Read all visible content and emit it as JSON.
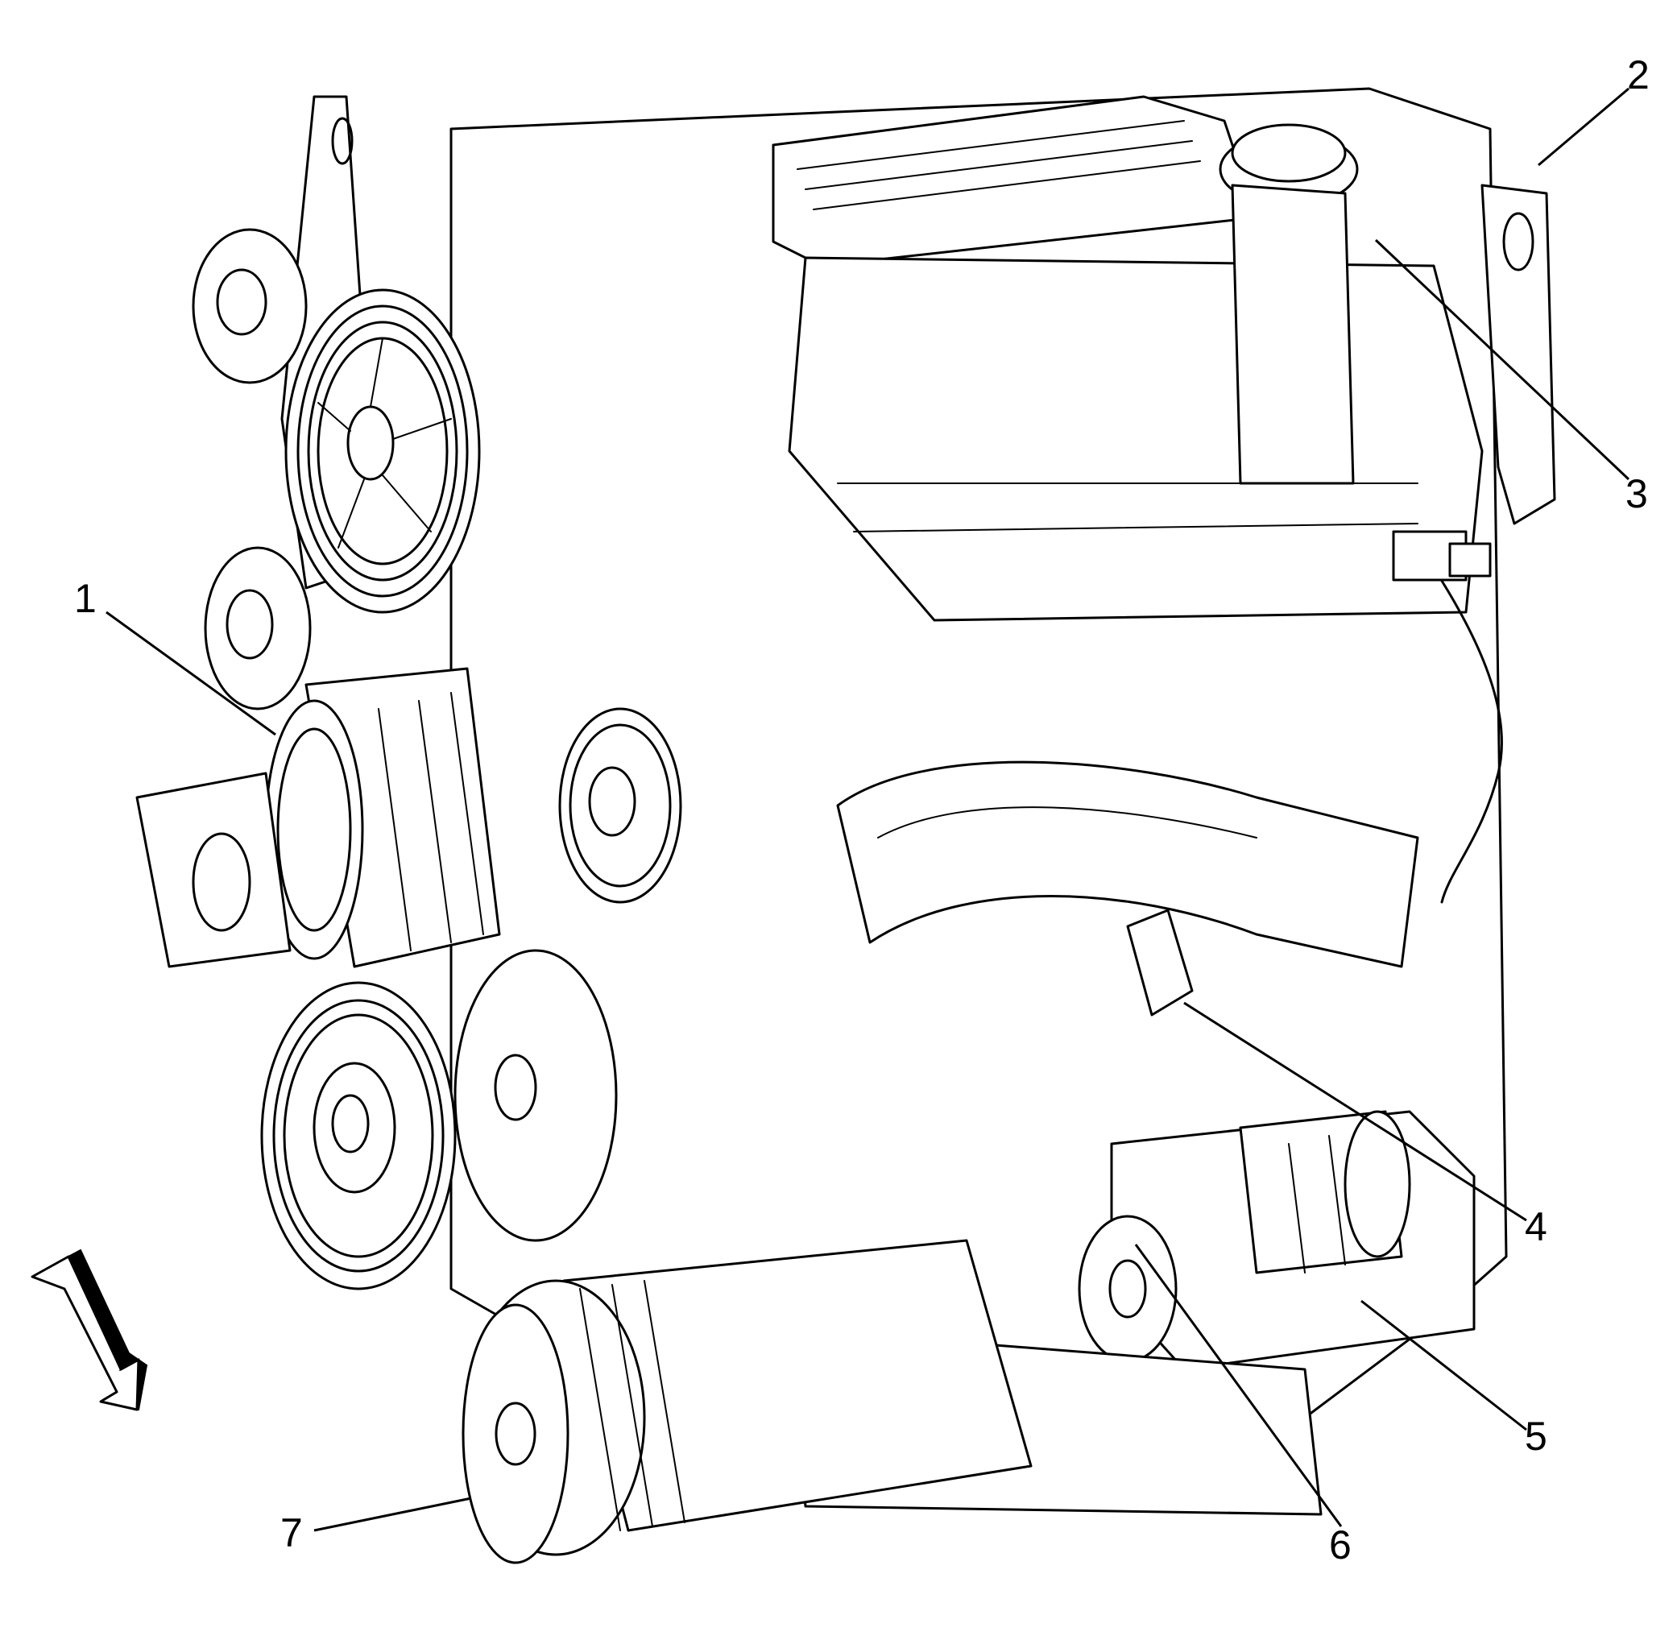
{
  "figure": {
    "callouts": [
      {
        "id": "1",
        "label": "1"
      },
      {
        "id": "2",
        "label": "2"
      },
      {
        "id": "3",
        "label": "3"
      },
      {
        "id": "4",
        "label": "4"
      },
      {
        "id": "5",
        "label": "5"
      },
      {
        "id": "6",
        "label": "6"
      },
      {
        "id": "7",
        "label": "7"
      }
    ],
    "icons": [
      "engine-assembly-drawing",
      "front-direction-arrow-icon"
    ]
  }
}
